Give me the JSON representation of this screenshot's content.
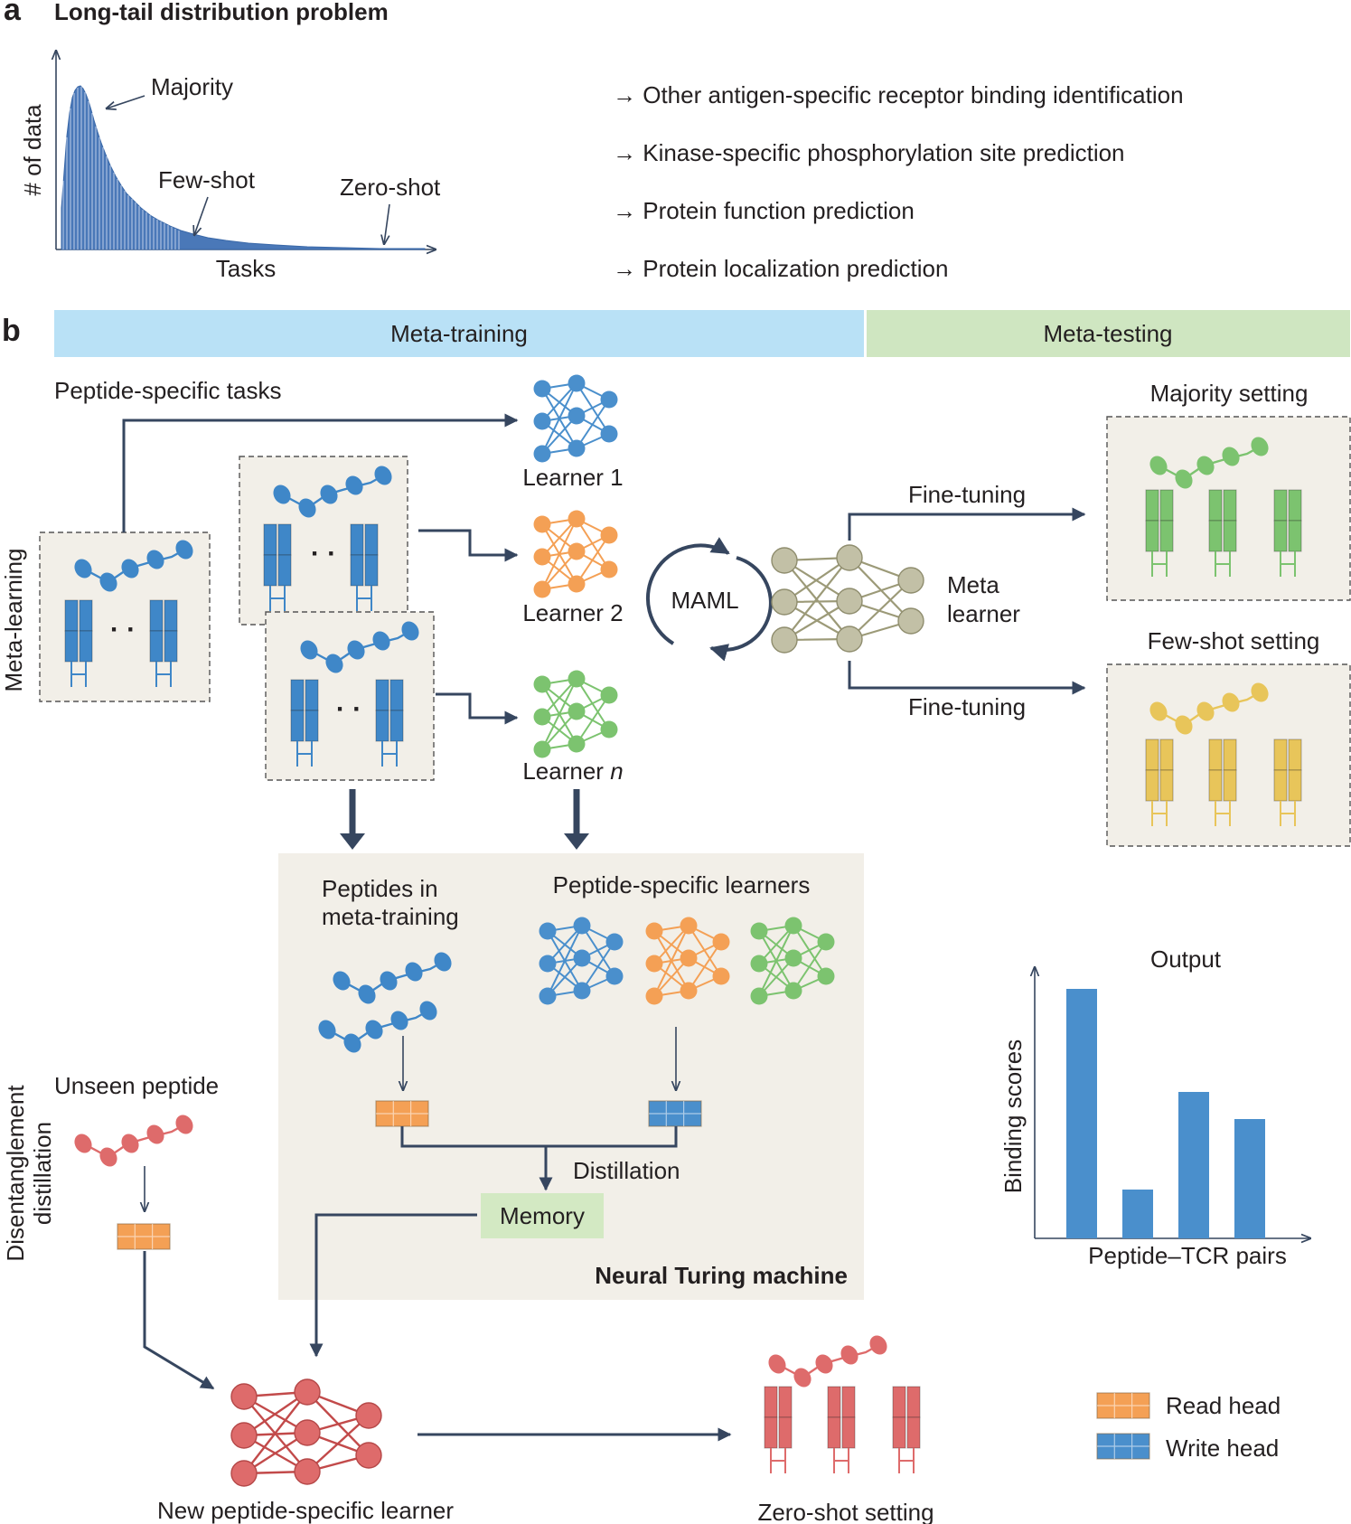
{
  "panel_a": {
    "letter": "a",
    "title": "Long-tail distribution problem",
    "ylabel": "# of data",
    "xlabel": "Tasks",
    "labels": {
      "majority": "Majority",
      "few_shot": "Few-shot",
      "zero_shot": "Zero-shot"
    },
    "applications": [
      "→ Other antigen-specific receptor binding identification",
      "→ Kinase-specific phosphorylation site prediction",
      "→ Protein function prediction",
      "→ Protein localization prediction"
    ]
  },
  "panel_b": {
    "letter": "b",
    "meta_training": "Meta-training",
    "meta_testing": "Meta-testing",
    "peptide_specific_tasks": "Peptide-specific tasks",
    "meta_learning": "Meta-learning",
    "learners": [
      "Learner 1",
      "Learner 2",
      "Learner "
    ],
    "learner_n_italic": "n",
    "maml": "MAML",
    "meta_learner": [
      "Meta",
      "learner"
    ],
    "fine_tuning": "Fine-tuning",
    "majority_setting": "Majority setting",
    "few_shot_setting": "Few-shot setting",
    "ntm": {
      "peptides_in": [
        "Peptides in",
        "meta-training"
      ],
      "peptide_specific_learners": "Peptide-specific learners",
      "distillation": "Distillation",
      "memory": "Memory",
      "title": "Neural Turing machine"
    },
    "disentanglement": [
      "Disentanglement",
      "distillation"
    ],
    "unseen_peptide": "Unseen peptide",
    "new_learner": "New peptide-specific learner",
    "zero_shot_setting": "Zero-shot setting",
    "legend": {
      "read_head": "Read head",
      "write_head": "Write head"
    },
    "output_chart": {
      "title": "Output",
      "ylabel": "Binding scores",
      "xlabel": "Peptide–TCR pairs"
    }
  },
  "colors": {
    "blue": "#4a8fcc",
    "orange": "#f4a055",
    "green": "#7cc36f",
    "olive": "#c2c0a6",
    "red": "#de6b6b",
    "yellow": "#e8c55a",
    "meta_training_bg": "#b9e1f6",
    "meta_testing_bg": "#cfe6c1",
    "ntm_bg": "#f2efe8",
    "memory_bg": "#d3e9c3",
    "arrow": "#36465f"
  },
  "chart_data": {
    "type": "bar",
    "title": "Output",
    "xlabel": "Peptide–TCR pairs",
    "ylabel": "Binding scores",
    "categories": [
      "",
      "",
      "",
      ""
    ],
    "values": [
      0.92,
      0.18,
      0.54,
      0.44
    ],
    "ylim": [
      0,
      1
    ],
    "color": "#4a8fcc"
  }
}
